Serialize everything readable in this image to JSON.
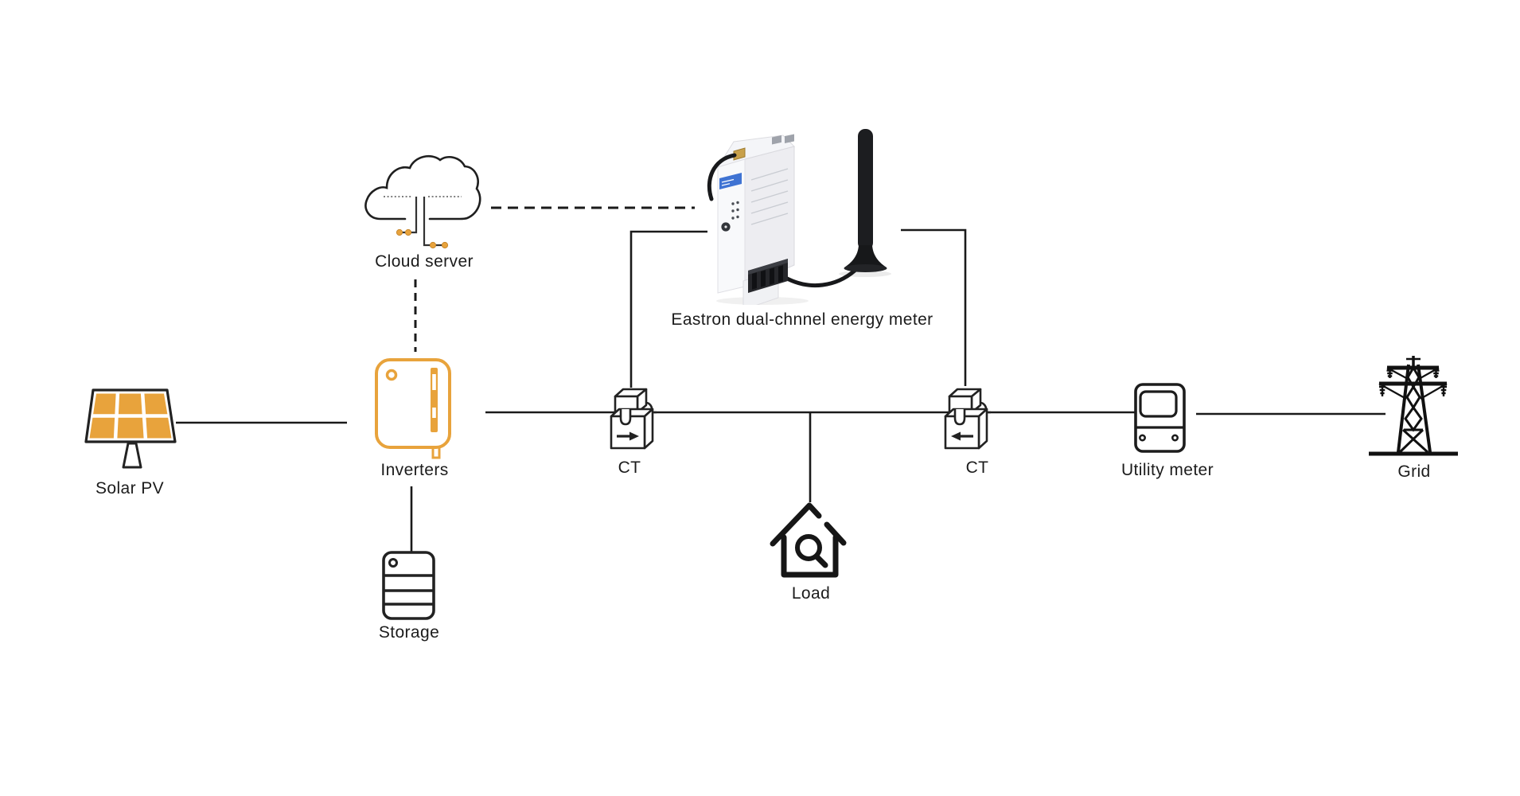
{
  "diagram": {
    "background": "#ffffff",
    "line_color": "#1a1a1a",
    "accent_orange": "#e8a33c",
    "meter_label_blue": "#3f73d3"
  },
  "nodes": {
    "cloud_server": {
      "label": "Cloud server"
    },
    "energy_meter": {
      "label": "Eastron dual-chnnel energy meter"
    },
    "solar_pv": {
      "label": "Solar PV"
    },
    "inverters": {
      "label": "Inverters"
    },
    "storage": {
      "label": "Storage"
    },
    "ct_left": {
      "label": "CT"
    },
    "ct_right": {
      "label": "CT"
    },
    "load": {
      "label": "Load"
    },
    "utility_meter": {
      "label": "Utility meter"
    },
    "grid": {
      "label": "Grid"
    }
  }
}
